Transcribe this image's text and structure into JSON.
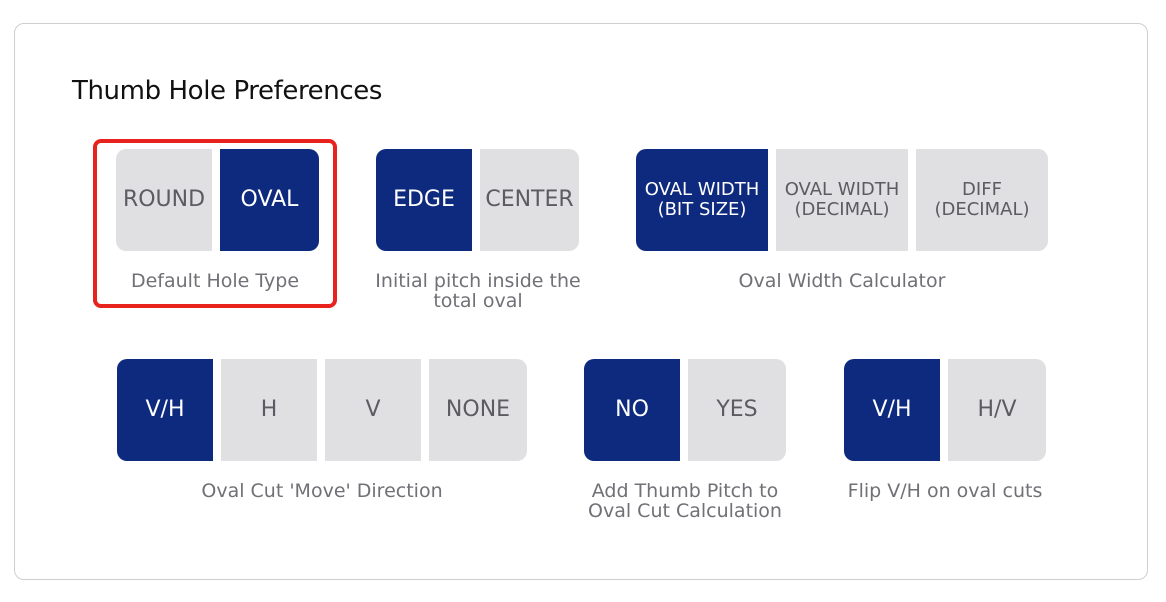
{
  "section": {
    "title": "Thumb Hole Preferences"
  },
  "groups": {
    "hole_type": {
      "options": [
        "ROUND",
        "OVAL"
      ],
      "selected": "OVAL",
      "caption": "Default Hole Type"
    },
    "pitch": {
      "options": [
        "EDGE",
        "CENTER"
      ],
      "selected": "EDGE",
      "caption_line1": "Initial pitch inside the",
      "caption_line2": "total oval"
    },
    "oval_width": {
      "options": [
        {
          "line1": "OVAL WIDTH",
          "line2": "(BIT SIZE)"
        },
        {
          "line1": "OVAL WIDTH",
          "line2": "(DECIMAL)"
        },
        {
          "line1": "DIFF",
          "line2": "(DECIMAL)"
        }
      ],
      "selected_index": 0,
      "caption": "Oval Width Calculator"
    },
    "move_direction": {
      "options": [
        "V/H",
        "H",
        "V",
        "NONE"
      ],
      "selected": "V/H",
      "caption": "Oval Cut 'Move' Direction"
    },
    "add_thumb_pitch": {
      "options": [
        "NO",
        "YES"
      ],
      "selected": "NO",
      "caption_line1": "Add Thumb Pitch to",
      "caption_line2": "Oval Cut Calculation"
    },
    "flip": {
      "options": [
        "V/H",
        "H/V"
      ],
      "selected": "V/H",
      "caption": "Flip V/H on oval cuts"
    }
  },
  "colors": {
    "selected_bg": "#0d2a7e",
    "unselected_bg": "#e0e0e3",
    "highlight_border": "#e8231e"
  }
}
